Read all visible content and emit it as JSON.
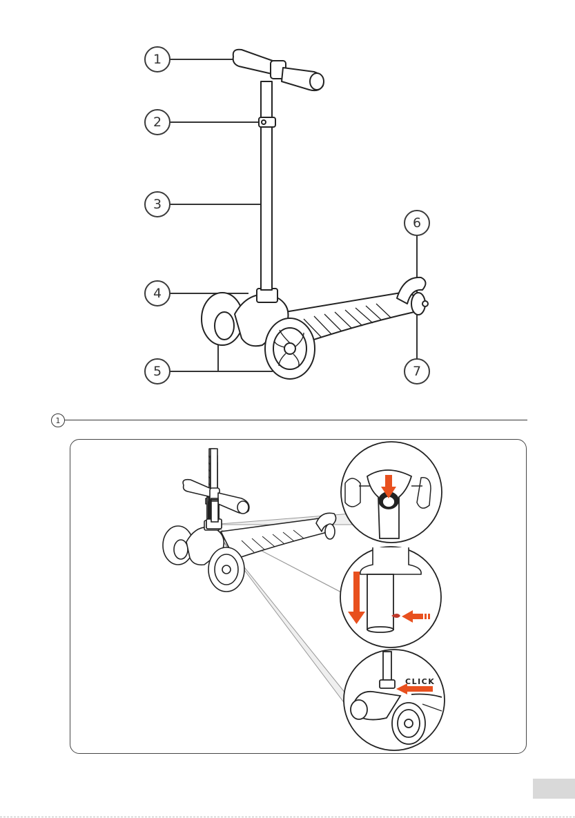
{
  "parts": {
    "callouts": [
      {
        "number": "1",
        "part": "handlebar-grips"
      },
      {
        "number": "2",
        "part": "height-clamp"
      },
      {
        "number": "3",
        "part": "t-bar-stem"
      },
      {
        "number": "4",
        "part": "steering-head"
      },
      {
        "number": "5",
        "part": "front-wheels"
      },
      {
        "number": "6",
        "part": "rear-brake"
      },
      {
        "number": "7",
        "part": "rear-wheel"
      }
    ]
  },
  "step": {
    "number": "1",
    "click_label": "CLICK"
  },
  "colors": {
    "line": "#333333",
    "accent": "#e8501e",
    "pin": "#c0392b",
    "page_tab": "#d9d9d9"
  }
}
